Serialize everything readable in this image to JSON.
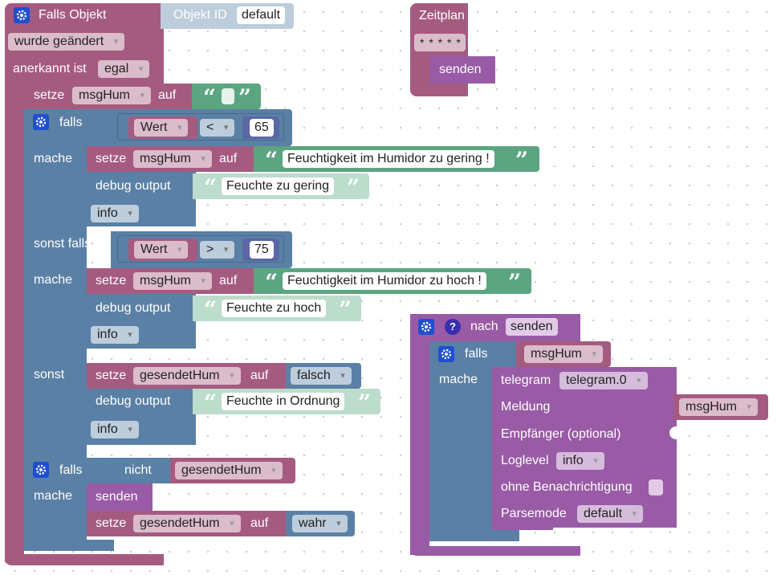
{
  "event_block": {
    "title": "Falls Objekt",
    "id_label": "Objekt ID",
    "id_value": "default",
    "trigger_select": "wurde geändert",
    "ack_label": "anerkannt ist",
    "ack_select": "egal"
  },
  "schedule_block": {
    "title": "Zeitplan",
    "cron": "* * * * *",
    "call": "senden"
  },
  "set1": {
    "setze": "setze",
    "var": "msgHum",
    "auf": "auf"
  },
  "if_block": {
    "falls": "falls",
    "mache": "mache",
    "sonst_falls": "sonst falls",
    "sonst": "sonst",
    "cond1": {
      "left": "Wert",
      "op": "<",
      "right": "65"
    },
    "cond2": {
      "left": "Wert",
      "op": ">",
      "right": "75"
    }
  },
  "branch1": {
    "setze": "setze",
    "var": "msgHum",
    "auf": "auf",
    "text": "Feuchtigkeit im Humidor zu gering !",
    "debug_label": "debug output",
    "debug_text": "Feuchte zu gering",
    "level": "info"
  },
  "branch2": {
    "setze": "setze",
    "var": "msgHum",
    "auf": "auf",
    "text": "Feuchtigkeit im Humidor zu hoch !",
    "debug_label": "debug output",
    "debug_text": "Feuchte zu hoch",
    "level": "info"
  },
  "branch3": {
    "setze": "setze",
    "var": "gesendetHum",
    "auf": "auf",
    "value": "falsch",
    "debug_label": "debug output",
    "debug_text": "Feuchte in Ordnung",
    "level": "info"
  },
  "if2": {
    "falls": "falls",
    "nicht": "nicht",
    "var": "gesendetHum",
    "mache": "mache",
    "call": "senden",
    "setze": "setze",
    "set_var": "gesendetHum",
    "auf": "auf",
    "value": "wahr"
  },
  "func_block": {
    "nach": "nach",
    "name": "senden",
    "falls": "falls",
    "cond_var": "msgHum",
    "mache": "mache",
    "telegram_label": "telegram",
    "telegram_select": "telegram.0",
    "meldung_label": "Meldung",
    "meldung_var": "msgHum",
    "empfaenger_label": "Empfänger (optional)",
    "loglevel_label": "Loglevel",
    "loglevel_select": "info",
    "silent_label": "ohne Benachrichtigung",
    "parse_label": "Parsemode",
    "parse_select": "default"
  },
  "colors": {
    "rose": "#a55b80",
    "blue": "#5b80a5",
    "green": "#5ba580",
    "purple": "#995ba5",
    "light_green": "#bcdccc",
    "light_blue": "#bdcddc"
  },
  "icons": [
    "gear-icon",
    "help-icon",
    "quote-open-icon",
    "quote-close-icon"
  ]
}
